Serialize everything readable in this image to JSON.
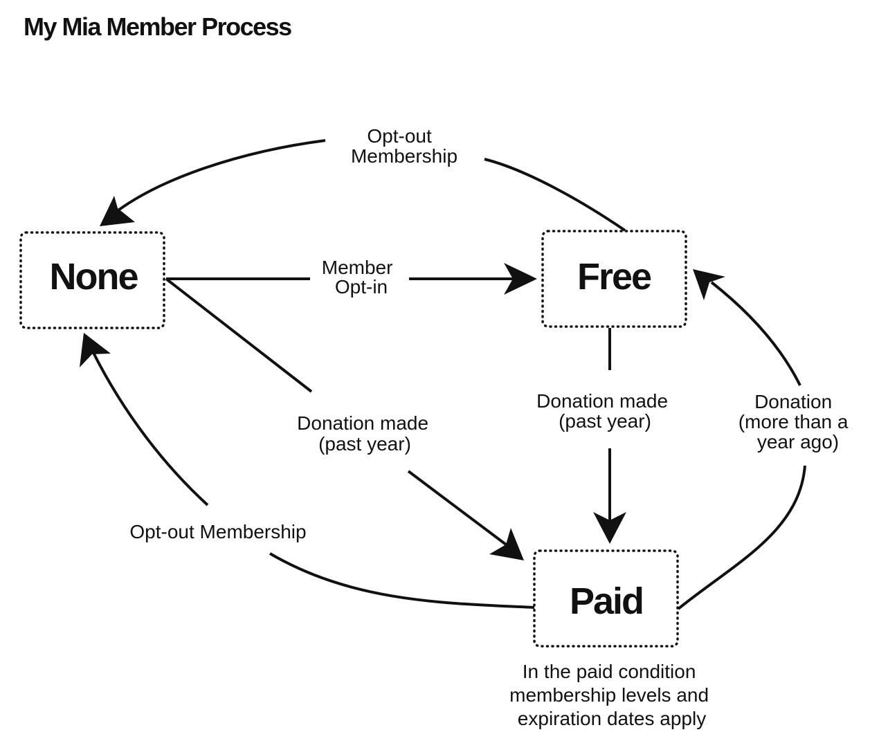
{
  "title": "My Mia Member Process",
  "nodes": {
    "none": "None",
    "free": "Free",
    "paid": "Paid"
  },
  "edges": {
    "free_to_none": [
      "Opt-out",
      "Membership"
    ],
    "none_to_free": [
      "Member",
      "Opt-in"
    ],
    "none_to_paid": [
      "Donation made",
      "(past year)"
    ],
    "free_to_paid": [
      "Donation made",
      "(past year)"
    ],
    "paid_to_free": [
      "Donation",
      "(more than a",
      "year ago)"
    ],
    "paid_to_none": [
      "Opt-out Membership"
    ]
  },
  "note": [
    "In the paid condition",
    "membership levels and",
    "expiration dates apply"
  ]
}
